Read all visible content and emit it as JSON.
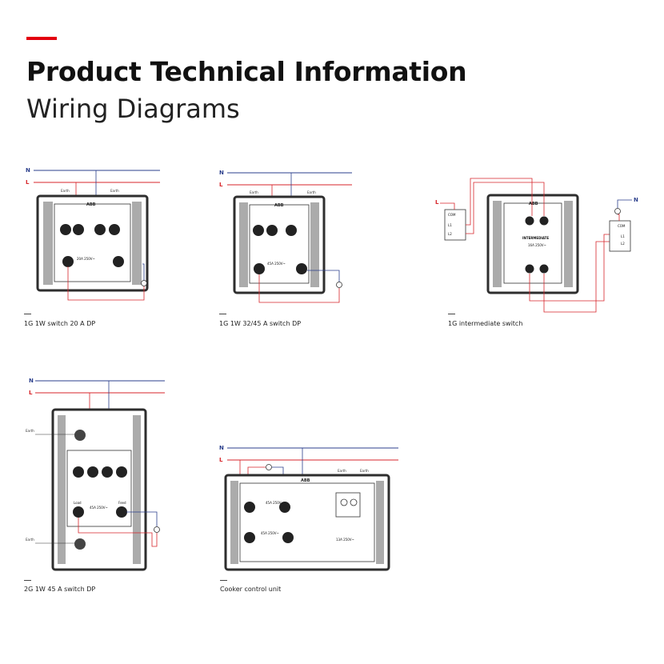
{
  "header": {
    "title": "Product Technical Information",
    "subtitle": "Wiring Diagrams"
  },
  "labels": {
    "neutral": "N",
    "live": "L",
    "earth": "Earth",
    "brand": "ABB",
    "load": "Load",
    "feed": "Feed",
    "l1": "L1",
    "l2": "L2",
    "com": "COM",
    "intermediate": "INTERMEDIATE",
    "rating_20a": "20A 250V~",
    "rating_16a": "16A 250V~",
    "rating_45a": "45A 250V~",
    "rating_13a": "13A 250V~"
  },
  "diagrams": [
    {
      "caption": "1G 1W switch 20 A DP"
    },
    {
      "caption": "1G 1W 32/45 A switch DP"
    },
    {
      "caption": "1G intermediate switch"
    },
    {
      "caption": "2G 1W 45 A switch DP"
    },
    {
      "caption": "Cooker control unit"
    }
  ],
  "colors": {
    "accent": "#e3000f",
    "neutral_wire": "#2b3f8c",
    "live_wire": "#d7262b",
    "plate": "#2e2e2e"
  }
}
